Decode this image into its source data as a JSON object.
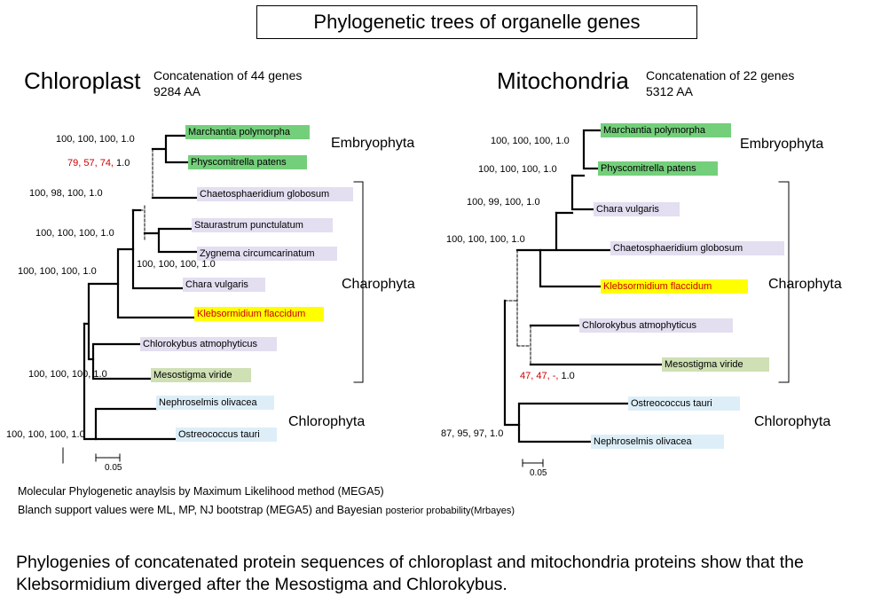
{
  "title": "Phylogenetic trees of organelle genes",
  "colors": {
    "embryophyta_bg": "#74cf7b",
    "charophyta_bg": "#e3def0",
    "klebsormidium_bg": "#ffff00",
    "klebsormidium_text": "#cc0000",
    "mesostigma_bg": "#cfe0b4",
    "chlorophyta_bg": "#ddeef8",
    "support_highlight": "#cc0000"
  },
  "chloroplast": {
    "heading": "Chloroplast",
    "concat_line1": "Concatenation of 44 genes",
    "concat_line2": "9284 AA",
    "taxa": {
      "marchantia": "Marchantia polymorpha",
      "physcomitrella": "Physcomitrella patens",
      "chaetosphaeridium": "Chaetosphaeridium globosum",
      "staurastrum": "Staurastrum punctulatum",
      "zygnema": "Zygnema circumcarinatum",
      "chara": "Chara vulgaris",
      "klebsormidium": "Klebsormidium flaccidum",
      "chlorokybus": "Chlorokybus atmophyticus",
      "mesostigma": "Mesostigma viride",
      "nephroselmis": "Nephroselmis olivacea",
      "ostreococcus": "Ostreococcus tauri"
    },
    "support": {
      "embryophyta": "100, 100, 100, 1.0",
      "red_part": "79, 57, 74,",
      "red_rest": " 1.0",
      "chaeto": "100, 98, 100, 1.0",
      "zygnemat": "100, 100, 100, 1.0",
      "streptophyta_inner": "100, 100, 100, 1.0",
      "streptophyta": "100, 100, 100, 1.0",
      "mesochloro": "100, 100, 100, 1.0",
      "root": "100, 100, 100, 1.0"
    },
    "groups": {
      "embryophyta": "Embryophyta",
      "charophyta": "Charophyta",
      "chlorophyta": "Chlorophyta"
    },
    "scale": "0.05"
  },
  "mitochondria": {
    "heading": "Mitochondria",
    "concat_line1": "Concatenation of 22 genes",
    "concat_line2": "5312 AA",
    "taxa": {
      "marchantia": "Marchantia polymorpha",
      "physcomitrella": "Physcomitrella patens",
      "chara": "Chara vulgaris",
      "chaetosphaeridium": "Chaetosphaeridium globosum",
      "klebsormidium": "Klebsormidium flaccidum",
      "chlorokybus": "Chlorokybus atmophyticus",
      "mesostigma": "Mesostigma viride",
      "ostreococcus": "Ostreococcus tauri",
      "nephroselmis": "Nephroselmis olivacea"
    },
    "support": {
      "embryophyta": "100, 100, 100, 1.0",
      "chara_node": "100, 100, 100, 1.0",
      "chaeto_node": "100, 99, 100, 1.0",
      "kleb_node": "100, 100, 100, 1.0",
      "red_part": "47, 47, -,",
      "red_rest": " 1.0",
      "root": "87, 95, 97, 1.0"
    },
    "groups": {
      "embryophyta": "Embryophyta",
      "charophyta": "Charophyta",
      "chlorophyta": "Chlorophyta"
    },
    "scale": "0.05"
  },
  "notes": {
    "line1": "Molecular Phylogenetic anaylsis by Maximum Likelihood method (MEGA5)",
    "line2_main": "Blanch support values were ML, MP, NJ bootstrap (MEGA5) and Bayesian ",
    "line2_small": "posterior probability(Mrbayes)"
  },
  "conclusion": "Phylogenies of concatenated protein sequences of chloroplast and mitochondria proteins show that the Klebsormidium  diverged after the Mesostigma and Chlorokybus."
}
